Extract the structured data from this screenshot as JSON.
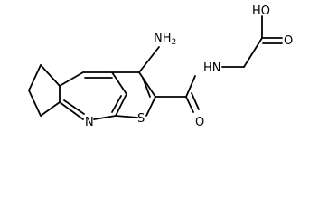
{
  "labels": {
    "amino": "NH",
    "amino_subscript": "2",
    "amide_n": "HN",
    "acid_oh": "HO",
    "acid_o": "O",
    "amide_o": "O",
    "pyridine_n": "N",
    "thiophene_s": "S"
  },
  "colors": {
    "ink": "#000000",
    "background": "#ffffff"
  }
}
